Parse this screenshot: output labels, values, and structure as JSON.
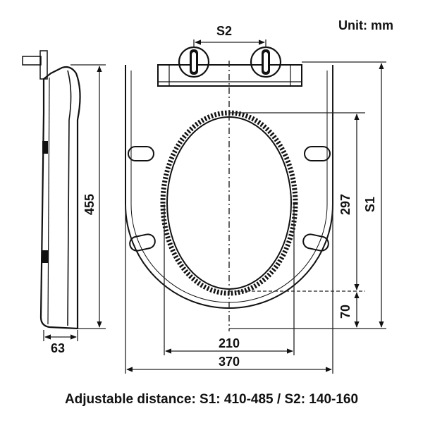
{
  "unit_label": "Unit: mm",
  "dimensions": {
    "s2": "S2",
    "s1": "S1",
    "height_455": "455",
    "width_63": "63",
    "h_297": "297",
    "h_70": "70",
    "w_210": "210",
    "w_370": "370"
  },
  "footer": "Adjustable distance: S1: 410-485 / S2: 140-160",
  "colors": {
    "ink": "#111111",
    "background": "#ffffff"
  }
}
